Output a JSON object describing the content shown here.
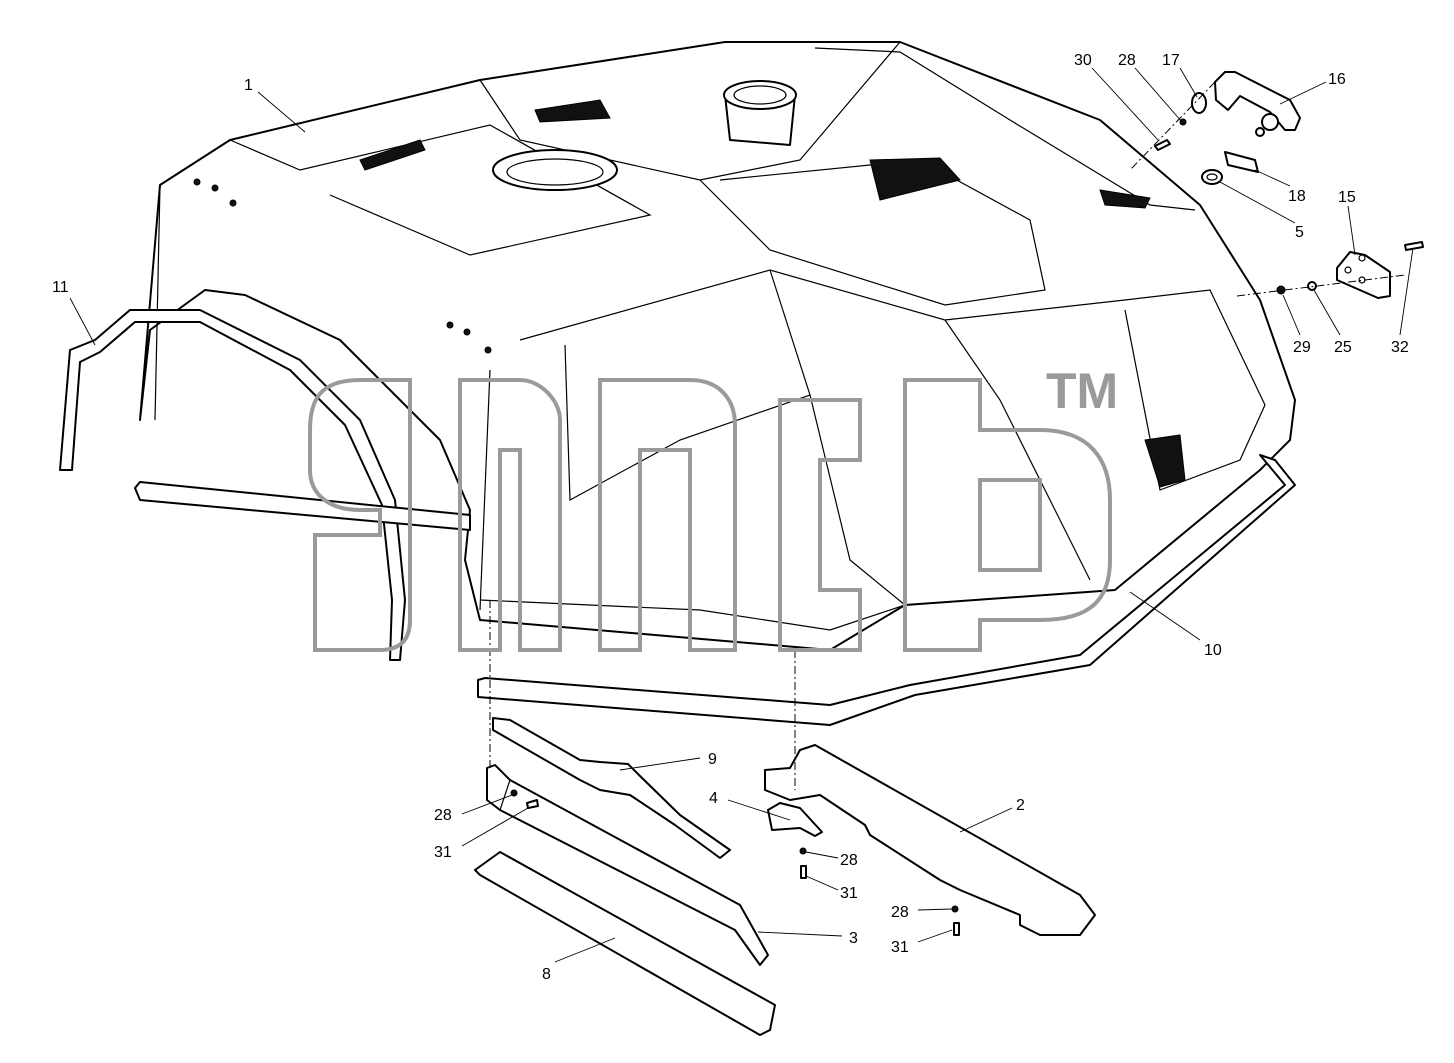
{
  "watermark": {
    "text": "TM"
  },
  "callouts": [
    {
      "id": "c1",
      "label": "1"
    },
    {
      "id": "c11",
      "label": "11"
    },
    {
      "id": "c30",
      "label": "30"
    },
    {
      "id": "c28a",
      "label": "28"
    },
    {
      "id": "c17",
      "label": "17"
    },
    {
      "id": "c16",
      "label": "16"
    },
    {
      "id": "c18",
      "label": "18"
    },
    {
      "id": "c5",
      "label": "5"
    },
    {
      "id": "c15",
      "label": "15"
    },
    {
      "id": "c29",
      "label": "29"
    },
    {
      "id": "c25",
      "label": "25"
    },
    {
      "id": "c32",
      "label": "32"
    },
    {
      "id": "c10",
      "label": "10"
    },
    {
      "id": "c9",
      "label": "9"
    },
    {
      "id": "c4",
      "label": "4"
    },
    {
      "id": "c2",
      "label": "2"
    },
    {
      "id": "c28b",
      "label": "28"
    },
    {
      "id": "c31a",
      "label": "31"
    },
    {
      "id": "c28c",
      "label": "28"
    },
    {
      "id": "c31b",
      "label": "31"
    },
    {
      "id": "c28d",
      "label": "28"
    },
    {
      "id": "c31c",
      "label": "31"
    },
    {
      "id": "c3",
      "label": "3"
    },
    {
      "id": "c8",
      "label": "8"
    }
  ]
}
